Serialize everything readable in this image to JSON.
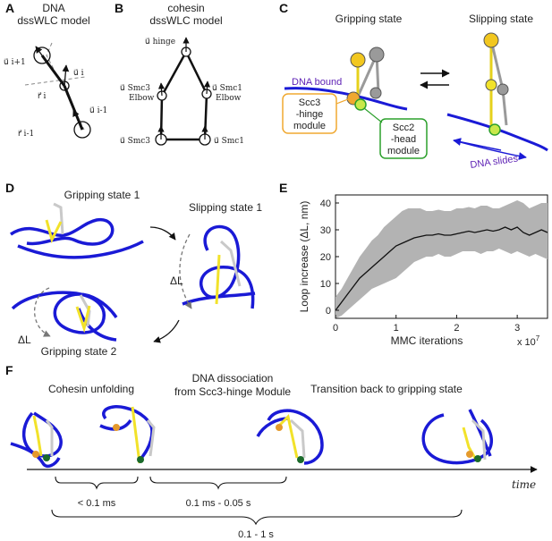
{
  "panels": {
    "A": {
      "letter": "A",
      "title1": "DNA",
      "title2": "dssWLC model",
      "labels": [
        "u⃗ i+1",
        "u⃗ i",
        "r⃗ i",
        "u⃗ i-1",
        "r⃗ i-1"
      ]
    },
    "B": {
      "letter": "B",
      "title1": "cohesin",
      "title2": "dssWLC model",
      "labels": {
        "hinge": "u⃗ hinge",
        "smc3e1": "u⃗ Smc3",
        "smc3e2": "Elbow",
        "smc1e1": "u⃗ Smc1",
        "smc1e2": "Elbow",
        "smc3": "u⃗ Smc3",
        "smc1": "u⃗ Smc1"
      }
    },
    "C": {
      "letter": "C",
      "gripping": "Gripping state",
      "slipping": "Slipping state",
      "dna_bound": "DNA bound",
      "scc3_1": "Scc3",
      "scc3_2": "-hinge",
      "scc3_3": "module",
      "scc2_1": "Scc2",
      "scc2_2": "-head",
      "scc2_3": "module",
      "dna_slides": "DNA slides"
    },
    "D": {
      "letter": "D",
      "grip1": "Gripping state 1",
      "slip1": "Slipping state 1",
      "grip2": "Gripping state 2",
      "dl": "ΔL"
    },
    "E": {
      "letter": "E",
      "ylabel": "Loop increase (ΔL, nm)",
      "xlabel": "MMC iterations",
      "xexp": "x 10",
      "xexp_sup": "7"
    },
    "F": {
      "letter": "F",
      "step1": "Cohesin unfolding",
      "step2a": "DNA dissociation",
      "step2b": "from Scc3-hinge Module",
      "step3": "Transition back to gripping state",
      "time": "time",
      "t1": "< 0.1 ms",
      "t2": "0.1 ms - 0.05 s",
      "t3": "0.1 - 1 s"
    }
  },
  "colors": {
    "dna": "#1a1ad6",
    "cohesin": "#f2e22a",
    "grey": "#b5b5b5",
    "scc3": "#e59a2c",
    "scc2": "#2ca02c",
    "band": "#b3b3b3",
    "dna_label": "#5c1fb4"
  },
  "chart_data": {
    "type": "line",
    "xlabel": "MMC iterations",
    "ylabel": "Loop increase (ΔL, nm)",
    "x_tick_labels": [
      "0",
      "1",
      "2",
      "3"
    ],
    "x_multiplier": "x 10^7",
    "y_tick_labels": [
      "0",
      "10",
      "20",
      "30",
      "40"
    ],
    "xlim": [
      0,
      3.5
    ],
    "ylim": [
      -3,
      43
    ],
    "grid": false,
    "series": [
      {
        "x": [
          0,
          0.1,
          0.2,
          0.3,
          0.4,
          0.5,
          0.6,
          0.7,
          0.8,
          0.9,
          1.0,
          1.1,
          1.2,
          1.3,
          1.4,
          1.5,
          1.6,
          1.7,
          1.8,
          1.9,
          2.0,
          2.1,
          2.2,
          2.3,
          2.4,
          2.5,
          2.6,
          2.7,
          2.8,
          2.9,
          3.0,
          3.1,
          3.2,
          3.3,
          3.4,
          3.5
        ],
        "y": [
          0,
          3,
          6,
          9,
          12,
          14,
          16,
          18,
          20,
          22,
          24,
          25,
          26,
          27,
          27.5,
          28,
          28,
          28.5,
          28,
          28,
          28.5,
          29,
          29.5,
          29,
          29.5,
          30,
          29.5,
          30,
          31,
          30,
          31,
          29,
          28,
          29,
          30,
          29
        ]
      }
    ],
    "band": {
      "lower": [
        -3,
        -2,
        0,
        2,
        4,
        6,
        8,
        9,
        10,
        11,
        12,
        14,
        16,
        18,
        19,
        20,
        20,
        21,
        20,
        20,
        21,
        22,
        22,
        22,
        21,
        22,
        22,
        23,
        22,
        21,
        22,
        21,
        20,
        21,
        20,
        19
      ],
      "upper": [
        5,
        8,
        12,
        16,
        20,
        23,
        26,
        28,
        31,
        33,
        35,
        37,
        38,
        38,
        38,
        37,
        37,
        37.5,
        37,
        37,
        38,
        38,
        38.5,
        38,
        39,
        39,
        38,
        38,
        39,
        40,
        41,
        40,
        38,
        39,
        40,
        40
      ]
    }
  }
}
